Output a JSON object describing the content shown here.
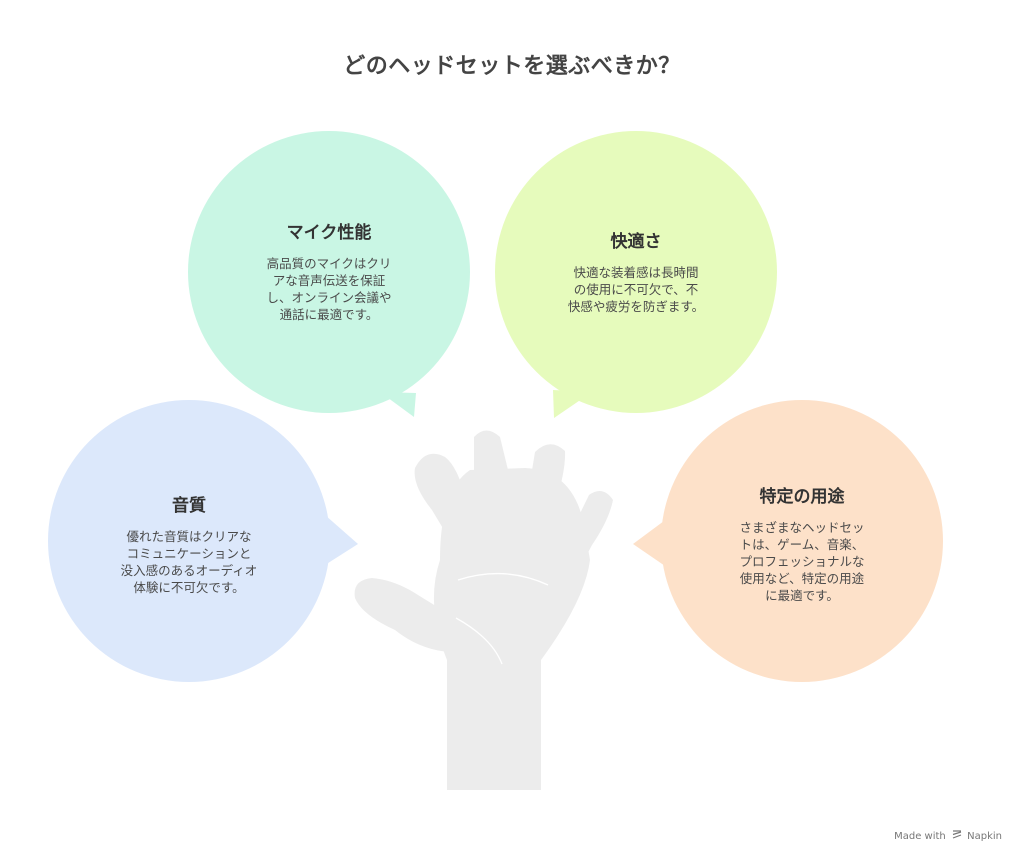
{
  "title": "どのヘッドセットを選ぶべきか？",
  "bubbles": {
    "mic": {
      "heading": "マイク性能",
      "lines": [
        "高品質のマイクはクリ",
        "アな音声伝送を保証",
        "し、オンライン会議や",
        "通話に最適です。"
      ],
      "color": "#c9f6e4"
    },
    "comfort": {
      "heading": "快適さ",
      "lines": [
        "快適な装着感は長時間",
        "の使用に不可欠で、不",
        "快感や疲労を防ぎます。"
      ],
      "color": "#e6fbbc"
    },
    "sound": {
      "heading": "音質",
      "lines": [
        "優れた音質はクリアな",
        "コミュニケーションと",
        "没入感のあるオーディオ",
        "体験に不可欠です。"
      ],
      "color": "#dce8fb"
    },
    "usage": {
      "heading": "特定の用途",
      "lines": [
        "さまざまなヘッドセッ",
        "トは、ゲーム、音楽、",
        "プロフェッショナルな",
        "使用など、特定の用途",
        "に最適です。"
      ],
      "color": "#fde1c9"
    }
  },
  "hand_color": "#ececec",
  "footer": {
    "made_with": "Made with",
    "brand": "Napkin"
  }
}
